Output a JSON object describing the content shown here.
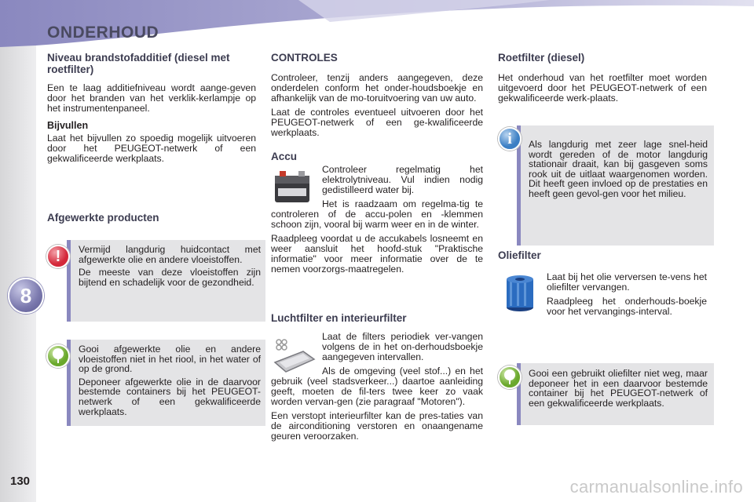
{
  "page": {
    "title": "ONDERHOUD",
    "chapter": "8",
    "number": "130",
    "watermark": "carmanualsonline.info"
  },
  "left": {
    "additive": {
      "heading": "Niveau brandstofadditief (diesel met roetfilter)",
      "p1": "Een te laag additiefniveau wordt aange-geven door het branden van het verklik-kerlampje op het instrumentenpaneel.",
      "sub": "Bijvullen",
      "p2": "Laat het bijvullen zo spoedig mogelijk uitvoeren door het PEUGEOT-netwerk of een gekwalificeerde werkplaats."
    },
    "products": {
      "heading": "Afgewerkte producten"
    },
    "warning_box": {
      "p1": "Vermijd langdurig huidcontact met afgewerkte olie en andere vloeistoffen.",
      "p2": "De meeste van deze vloeistoffen zijn bijtend en schadelijk voor de gezondheid."
    },
    "eco_box": {
      "p1": "Gooi afgewerkte olie en andere vloeistoffen niet in het riool, in het water of op de grond.",
      "p2": "Deponeer afgewerkte olie in de daarvoor bestemde containers bij het PEUGEOT-netwerk of een gekwalificeerde werkplaats."
    }
  },
  "middle": {
    "heading": "CONTROLES",
    "p1": "Controleer, tenzij anders aangegeven, deze onderdelen conform het onder-houdsboekje en afhankelijk van de mo-toruitvoering van uw auto.",
    "p2": "Laat de controles eventueel uitvoeren door het PEUGEOT-netwerk of een ge-kwalificeerde werkplaats.",
    "accu": {
      "heading": "Accu",
      "p1": "Controleer regelmatig het elektrolytniveau. Vul indien nodig gedistilleerd water bij.",
      "p2": "Het is raadzaam om regelma-tig te controleren of de accu-polen en -klemmen schoon zijn, vooral bij warm weer en in de winter.",
      "p3": "Raadpleeg voordat u de accukabels losneemt en weer aansluit het hoofd-stuk \"Praktische informatie\" voor meer informatie over de te nemen voorzorgs-maatregelen."
    },
    "cabin_filter": {
      "heading": "Luchtfilter en interieurfilter",
      "p1": "Laat de filters periodiek ver-vangen volgens de in het on-derhoudsboekje aangegeven intervallen.",
      "p2": "Als de omgeving (veel stof...) en het gebruik (veel stadsverkeer...) daartoe aanleiding geeft, moeten de fil-ters twee keer zo vaak worden vervan-gen (zie paragraaf \"Motoren\").",
      "p3": "Een verstopt interieurfilter kan de pres-taties van de airconditioning verstoren en onaangename geuren veroorzaken."
    }
  },
  "right": {
    "particle": {
      "heading": "Roetfilter (diesel)",
      "p1": "Het onderhoud van het roetfilter moet worden uitgevoerd door het PEUGEOT-netwerk of een gekwalificeerde werk-plaats."
    },
    "info_box": {
      "p1": "Als langdurig met zeer lage snel-heid wordt gereden of de motor langdurig stationair draait, kan bij gasgeven soms rook uit de uitlaat waargenomen worden. Dit heeft geen invloed op de prestaties en heeft geen gevol-gen voor het milieu."
    },
    "oil_filter": {
      "heading": "Oliefilter",
      "p1": "Laat bij het olie verversen te-vens het oliefilter vervangen.",
      "p2": "Raadpleeg het onderhouds-boekje voor het vervangings-interval."
    },
    "eco_box": {
      "p1": "Gooi een gebruikt oliefilter niet weg, maar deponeer het in een daarvoor bestemde container bij het PEUGEOT-netwerk of een gekwalificeerde werkplaats."
    }
  },
  "icons": {
    "warning": "!",
    "info": "i",
    "warning_icon": "warning-icon",
    "info_icon": "info-icon",
    "eco_icon": "tree-icon",
    "battery": "battery-icon",
    "air_filter": "air-filter-icon",
    "oil_filter": "oil-filter-icon"
  },
  "colors": {
    "accent": "#8a88bf",
    "box_bg": "#e4e4e6",
    "warning": "#d4283a",
    "info": "#3c7fc4",
    "eco": "#6aa82c"
  }
}
